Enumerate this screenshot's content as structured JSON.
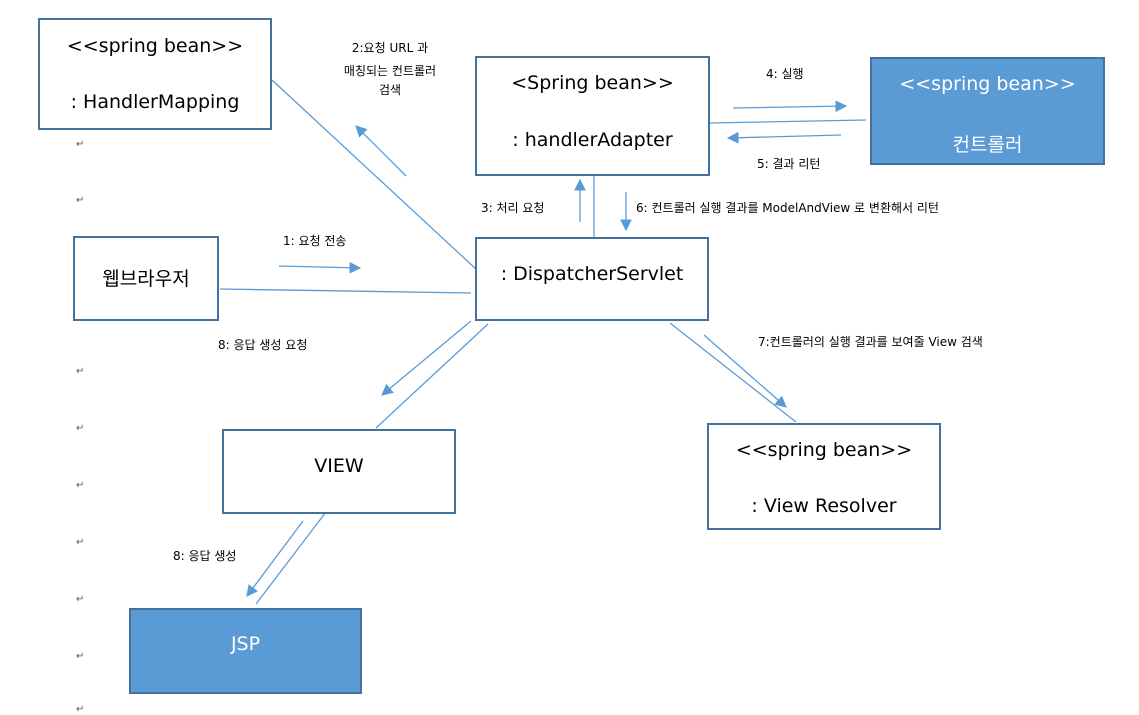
{
  "boxes": {
    "handler_mapping": {
      "line1": "<<spring bean>>",
      "line2": ": HandlerMapping"
    },
    "handler_adapter": {
      "line1": "<Spring bean>>",
      "line2": ": handlerAdapter"
    },
    "controller": {
      "line1": "<<spring bean>>",
      "line2": "컨트롤러"
    },
    "web_browser": {
      "line1": "웹브라우저"
    },
    "dispatcher_servlet": {
      "line1": ": DispatcherServlet"
    },
    "view": {
      "line1": "VIEW"
    },
    "view_resolver": {
      "line1": "<<spring bean>>",
      "line2": ": View Resolver"
    },
    "jsp": {
      "line1": "JSP"
    }
  },
  "labels": {
    "step1": "1: 요청 전송",
    "step2_line1": "2:요청 URL 과",
    "step2_line2": "매칭되는 컨트롤러",
    "step2_line3": "검색",
    "step3": "3: 처리 요청",
    "step4": "4: 실행",
    "step5": "5: 결과 리턴",
    "step6": "6: 컨트롤러 실행 결과를 ModelAndView 로 변환해서 리턴",
    "step7": "7:컨트롤러의 실행 결과를 보여줄 View 검색",
    "step8_request": "8: 응답 생성 요청",
    "step8_generate": "8: 응답 생성"
  },
  "colors": {
    "box_border": "#41719c",
    "box_fill": "#5b9bd5",
    "connector": "#5b9bd5"
  },
  "paragraph_mark": "↵"
}
